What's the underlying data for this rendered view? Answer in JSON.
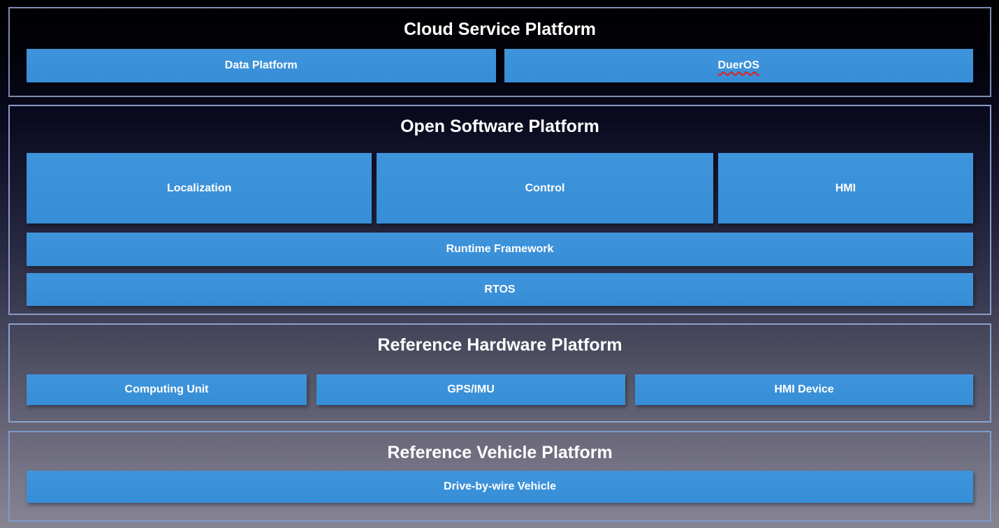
{
  "colors": {
    "box_blue": "#3a90d8",
    "border_steel_blue": "#8aa3cc",
    "text_white": "#ffffff",
    "spellcheck_red": "#e02020",
    "background_top": "#000002",
    "background_bottom": "#868592"
  },
  "sections": [
    {
      "id": "cloud",
      "title": "Cloud Service Platform",
      "boxes": [
        {
          "label": "Data Platform"
        },
        {
          "label": "DuerOS",
          "spellcheck_underline": true
        }
      ]
    },
    {
      "id": "software",
      "title": "Open Software Platform",
      "rows": [
        {
          "boxes": [
            {
              "label": "Localization"
            },
            {
              "label": "Control"
            },
            {
              "label": "HMI"
            }
          ]
        },
        {
          "boxes": [
            {
              "label": "Runtime Framework"
            }
          ]
        },
        {
          "boxes": [
            {
              "label": "RTOS"
            }
          ]
        }
      ]
    },
    {
      "id": "hardware",
      "title": "Reference Hardware Platform",
      "boxes": [
        {
          "label": "Computing Unit"
        },
        {
          "label": "GPS/IMU"
        },
        {
          "label": "HMI Device"
        }
      ]
    },
    {
      "id": "vehicle",
      "title": "Reference Vehicle Platform",
      "boxes": [
        {
          "label": "Drive-by-wire Vehicle"
        }
      ]
    }
  ]
}
